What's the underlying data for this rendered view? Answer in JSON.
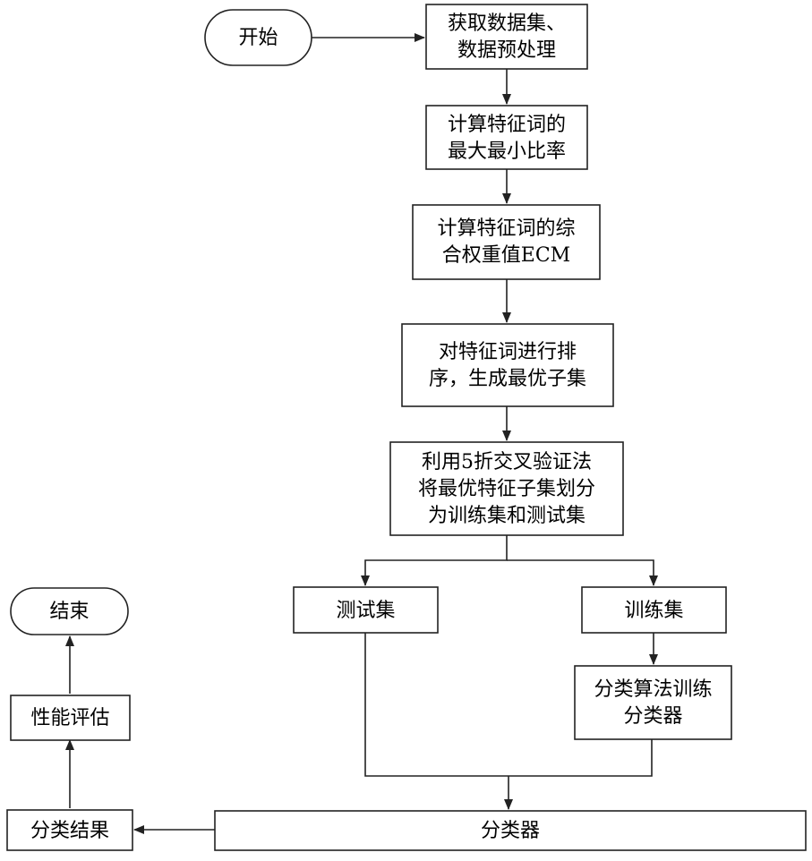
{
  "nodes": {
    "start": {
      "lines": [
        "开始"
      ]
    },
    "acquire": {
      "lines": [
        "获取数据集、",
        "数据预处理"
      ]
    },
    "ratio": {
      "lines": [
        "计算特征词的",
        "最大最小比率"
      ]
    },
    "ecm": {
      "lines": [
        "计算特征词的综",
        "合权重值ECM"
      ]
    },
    "sort": {
      "lines": [
        "对特征词进行排",
        "序，生成最优子集"
      ]
    },
    "split": {
      "lines": [
        "利用5折交叉验证法",
        "将最优特征子集划分",
        "为训练集和测试集"
      ]
    },
    "test_set": {
      "lines": [
        "测试集"
      ]
    },
    "train_set": {
      "lines": [
        "训练集"
      ]
    },
    "train_clf": {
      "lines": [
        "分类算法训练",
        "分类器"
      ]
    },
    "classifier": {
      "lines": [
        "分类器"
      ]
    },
    "result": {
      "lines": [
        "分类结果"
      ]
    },
    "evaluate": {
      "lines": [
        "性能评估"
      ]
    },
    "end": {
      "lines": [
        "结束"
      ]
    }
  }
}
